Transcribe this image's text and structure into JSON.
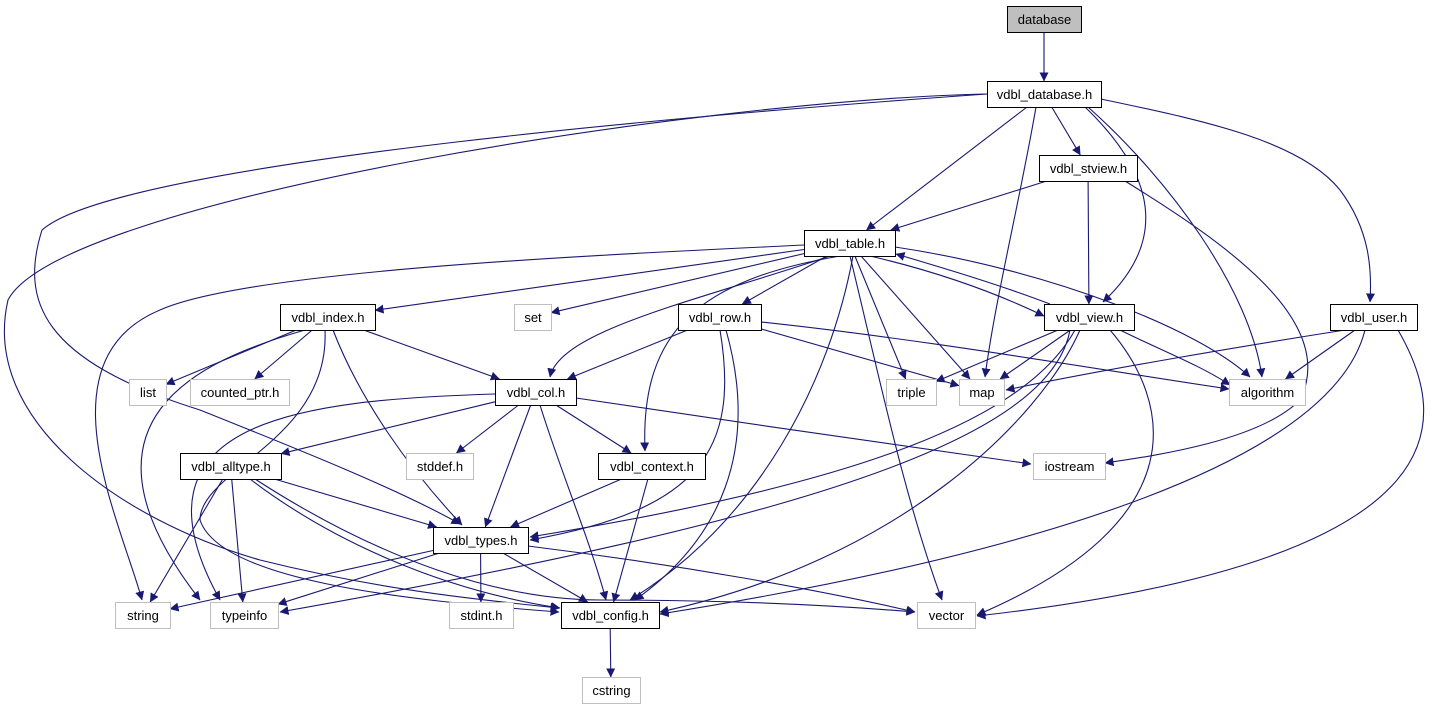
{
  "graph": {
    "colors": {
      "edge": "#191970",
      "root_fill": "#bfbfbf",
      "project_border": "#000000",
      "external_border": "#bfbfbf",
      "node_fill": "#ffffff"
    },
    "nodes": {
      "database": {
        "label": "database",
        "kind": "root"
      },
      "vdbl_database_h": {
        "label": "vdbl_database.h",
        "kind": "project"
      },
      "vdbl_stview_h": {
        "label": "vdbl_stview.h",
        "kind": "project"
      },
      "vdbl_table_h": {
        "label": "vdbl_table.h",
        "kind": "project"
      },
      "vdbl_index_h": {
        "label": "vdbl_index.h",
        "kind": "project"
      },
      "set": {
        "label": "set",
        "kind": "external"
      },
      "vdbl_row_h": {
        "label": "vdbl_row.h",
        "kind": "project"
      },
      "vdbl_view_h": {
        "label": "vdbl_view.h",
        "kind": "project"
      },
      "vdbl_user_h": {
        "label": "vdbl_user.h",
        "kind": "project"
      },
      "list": {
        "label": "list",
        "kind": "external"
      },
      "counted_ptr_h": {
        "label": "counted_ptr.h",
        "kind": "external"
      },
      "vdbl_col_h": {
        "label": "vdbl_col.h",
        "kind": "project"
      },
      "triple": {
        "label": "triple",
        "kind": "external"
      },
      "map": {
        "label": "map",
        "kind": "external"
      },
      "algorithm": {
        "label": "algorithm",
        "kind": "external"
      },
      "vdbl_alltype_h": {
        "label": "vdbl_alltype.h",
        "kind": "project"
      },
      "stddef_h": {
        "label": "stddef.h",
        "kind": "external"
      },
      "vdbl_context_h": {
        "label": "vdbl_context.h",
        "kind": "project"
      },
      "iostream": {
        "label": "iostream",
        "kind": "external"
      },
      "vdbl_types_h": {
        "label": "vdbl_types.h",
        "kind": "project"
      },
      "string": {
        "label": "string",
        "kind": "external"
      },
      "typeinfo": {
        "label": "typeinfo",
        "kind": "external"
      },
      "stdint_h": {
        "label": "stdint.h",
        "kind": "external"
      },
      "vdbl_config_h": {
        "label": "vdbl_config.h",
        "kind": "project"
      },
      "vector": {
        "label": "vector",
        "kind": "external"
      },
      "cstring": {
        "label": "cstring",
        "kind": "external"
      }
    },
    "edges": [
      [
        "database",
        "vdbl_database_h"
      ],
      [
        "vdbl_database_h",
        "vdbl_stview_h"
      ],
      [
        "vdbl_database_h",
        "vdbl_table_h"
      ],
      [
        "vdbl_database_h",
        "vdbl_view_h"
      ],
      [
        "vdbl_database_h",
        "vdbl_user_h"
      ],
      [
        "vdbl_database_h",
        "map"
      ],
      [
        "vdbl_database_h",
        "algorithm"
      ],
      [
        "vdbl_database_h",
        "vdbl_types_h"
      ],
      [
        "vdbl_database_h",
        "vdbl_config_h"
      ],
      [
        "vdbl_stview_h",
        "vdbl_table_h"
      ],
      [
        "vdbl_stview_h",
        "vdbl_view_h"
      ],
      [
        "vdbl_stview_h",
        "iostream"
      ],
      [
        "vdbl_table_h",
        "vdbl_index_h"
      ],
      [
        "vdbl_table_h",
        "set"
      ],
      [
        "vdbl_table_h",
        "vdbl_row_h"
      ],
      [
        "vdbl_table_h",
        "vdbl_view_h"
      ],
      [
        "vdbl_table_h",
        "vdbl_col_h"
      ],
      [
        "vdbl_table_h",
        "vdbl_context_h"
      ],
      [
        "vdbl_table_h",
        "triple"
      ],
      [
        "vdbl_table_h",
        "map"
      ],
      [
        "vdbl_table_h",
        "algorithm"
      ],
      [
        "vdbl_table_h",
        "vdbl_config_h"
      ],
      [
        "vdbl_table_h",
        "vector"
      ],
      [
        "vdbl_table_h",
        "string"
      ],
      [
        "vdbl_view_h",
        "vdbl_table_h"
      ],
      [
        "vdbl_view_h",
        "triple"
      ],
      [
        "vdbl_view_h",
        "map"
      ],
      [
        "vdbl_view_h",
        "algorithm"
      ],
      [
        "vdbl_view_h",
        "vdbl_types_h"
      ],
      [
        "vdbl_view_h",
        "vdbl_config_h"
      ],
      [
        "vdbl_view_h",
        "vector"
      ],
      [
        "vdbl_view_h",
        "typeinfo"
      ],
      [
        "vdbl_user_h",
        "map"
      ],
      [
        "vdbl_user_h",
        "algorithm"
      ],
      [
        "vdbl_user_h",
        "vdbl_config_h"
      ],
      [
        "vdbl_user_h",
        "vector"
      ],
      [
        "vdbl_index_h",
        "list"
      ],
      [
        "vdbl_index_h",
        "counted_ptr_h"
      ],
      [
        "vdbl_index_h",
        "vdbl_col_h"
      ],
      [
        "vdbl_index_h",
        "vdbl_types_h"
      ],
      [
        "vdbl_index_h",
        "typeinfo"
      ],
      [
        "vdbl_index_h",
        "vdbl_config_h"
      ],
      [
        "vdbl_row_h",
        "vdbl_col_h"
      ],
      [
        "vdbl_row_h",
        "map"
      ],
      [
        "vdbl_row_h",
        "algorithm"
      ],
      [
        "vdbl_row_h",
        "vdbl_types_h"
      ],
      [
        "vdbl_row_h",
        "vdbl_config_h"
      ],
      [
        "vdbl_col_h",
        "vdbl_alltype_h"
      ],
      [
        "vdbl_col_h",
        "stddef_h"
      ],
      [
        "vdbl_col_h",
        "vdbl_context_h"
      ],
      [
        "vdbl_col_h",
        "iostream"
      ],
      [
        "vdbl_col_h",
        "vdbl_types_h"
      ],
      [
        "vdbl_col_h",
        "vdbl_config_h"
      ],
      [
        "vdbl_col_h",
        "typeinfo"
      ],
      [
        "vdbl_alltype_h",
        "vdbl_types_h"
      ],
      [
        "vdbl_alltype_h",
        "string"
      ],
      [
        "vdbl_alltype_h",
        "typeinfo"
      ],
      [
        "vdbl_alltype_h",
        "vdbl_config_h"
      ],
      [
        "vdbl_alltype_h",
        "vector"
      ],
      [
        "vdbl_context_h",
        "vdbl_types_h"
      ],
      [
        "vdbl_context_h",
        "vdbl_config_h"
      ],
      [
        "vdbl_types_h",
        "string"
      ],
      [
        "vdbl_types_h",
        "typeinfo"
      ],
      [
        "vdbl_types_h",
        "stdint_h"
      ],
      [
        "vdbl_types_h",
        "vdbl_config_h"
      ],
      [
        "vdbl_types_h",
        "vector"
      ],
      [
        "vdbl_config_h",
        "cstring"
      ]
    ]
  }
}
